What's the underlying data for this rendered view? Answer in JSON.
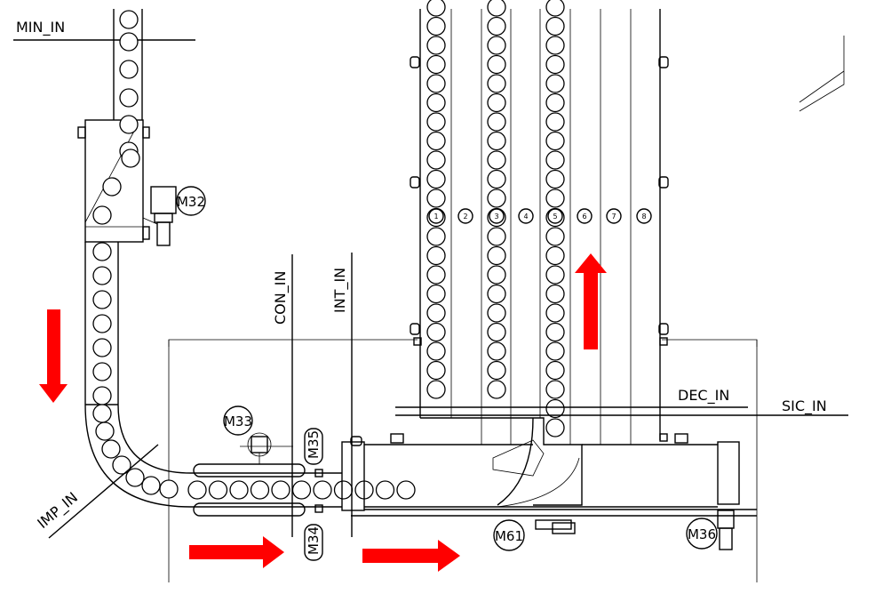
{
  "diagram": {
    "labels": {
      "min_in": "MIN_IN",
      "con_in": "CON_IN",
      "int_in": "INT_IN",
      "dec_in": "DEC_IN",
      "sic_in": "SIC_IN",
      "imp_in": "IMP_IN"
    },
    "motors": {
      "m32": "M32",
      "m33": "M33",
      "m34": "M34",
      "m35": "M35",
      "m36": "M36",
      "m61": "M61"
    },
    "lanes": [
      "1",
      "2",
      "3",
      "4",
      "5",
      "6",
      "7",
      "8"
    ],
    "colors": {
      "arrow": "#ff0000",
      "line": "#000000"
    }
  }
}
